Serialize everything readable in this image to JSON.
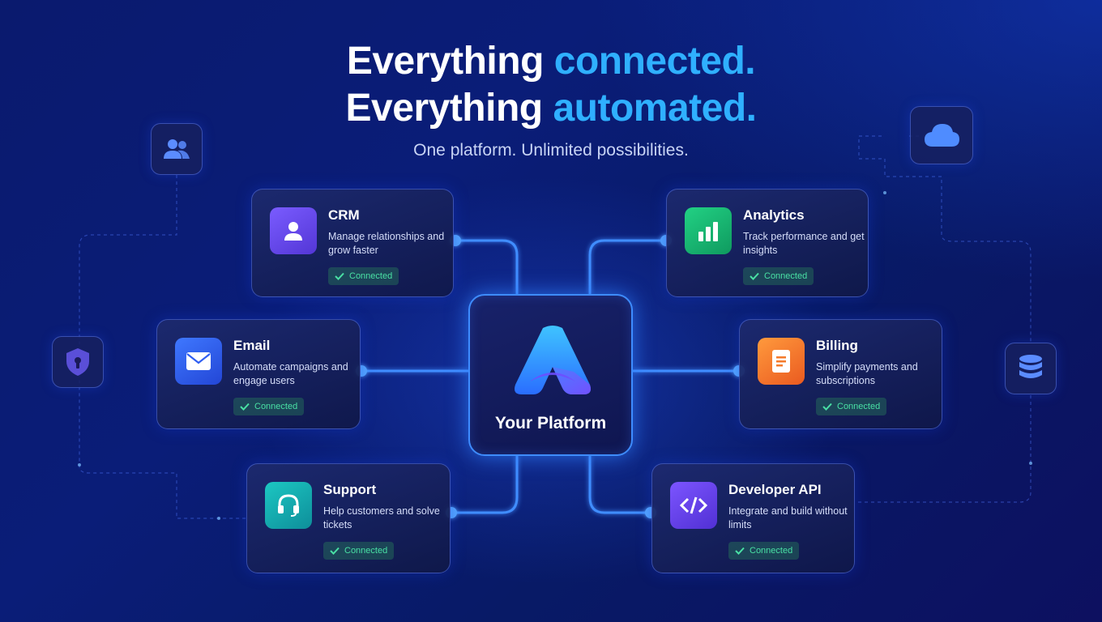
{
  "headline": {
    "line1_prefix": "Everything",
    "line1_accent": "connected.",
    "line2_prefix": "Everything",
    "line2_accent": "automated."
  },
  "subtitle": "One platform. Unlimited possibilities.",
  "hub": {
    "label": "Your Platform",
    "icon": "platform-logo-icon"
  },
  "integrations": [
    {
      "id": "crm",
      "title": "CRM",
      "description": "Manage relationships and grow faster",
      "status": "Connected",
      "icon": "user-icon",
      "color": "#6b4cf0"
    },
    {
      "id": "analytics",
      "title": "Analytics",
      "description": "Track performance and get insights",
      "status": "Connected",
      "icon": "bar-chart-icon",
      "color": "#16b372"
    },
    {
      "id": "email",
      "title": "Email",
      "description": "Automate campaigns and engage users",
      "status": "Connected",
      "icon": "envelope-icon",
      "color": "#2f5ef2"
    },
    {
      "id": "billing",
      "title": "Billing",
      "description": "Simplify payments and subscriptions",
      "status": "Connected",
      "icon": "document-icon",
      "color": "#f57b2c"
    },
    {
      "id": "support",
      "title": "Support",
      "description": "Help customers and solve tickets",
      "status": "Connected",
      "icon": "headset-icon",
      "color": "#13b3b0"
    },
    {
      "id": "developer_api",
      "title": "Developer API",
      "description": "Integrate and build without limits",
      "status": "Connected",
      "icon": "code-icon",
      "color": "#6a44e6"
    }
  ],
  "peripheral_icons": [
    "users-icon",
    "shield-lock-icon",
    "cloud-icon",
    "database-icon"
  ],
  "colors": {
    "accent": "#2fb0ff",
    "connected": "#49e0a4",
    "hub_border": "#3e8cff"
  }
}
